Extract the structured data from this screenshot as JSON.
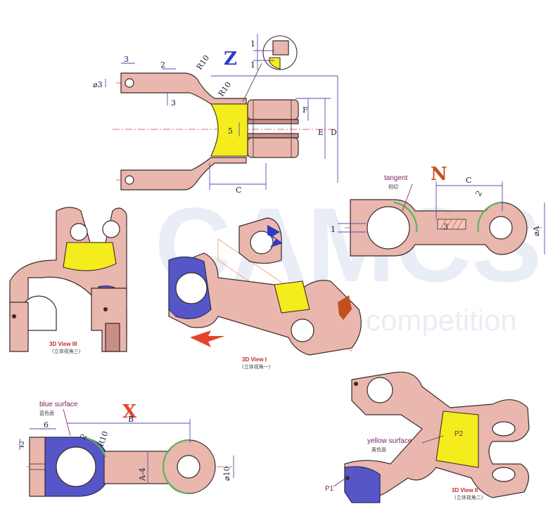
{
  "watermark": {
    "main": "CAMCS",
    "sub": "competition"
  },
  "letters": {
    "z": "Z",
    "n": "N",
    "x": "X"
  },
  "colors": {
    "z": "#2a3bc6",
    "n": "#c2501c",
    "x": "#e2452a",
    "part": "#e9b7ad",
    "yellow": "#f4ec1c",
    "blue": "#5656c8"
  },
  "views": {
    "v1": {
      "caption": "3D View I",
      "sub": "(立体视角一)"
    },
    "v2": {
      "caption": "3D View II",
      "sub": "(立体视角二)"
    },
    "v3": {
      "caption": "3D View III",
      "sub": "(立体视角三)"
    }
  },
  "annotations": {
    "tangent": "tangent",
    "tangent_cn": "相切",
    "blue": "blue surface",
    "blue_cn": "蓝色面",
    "yellow": "yellow surface",
    "yellow_cn": "黄色面",
    "p1": "P1",
    "p2": "P2"
  },
  "dims": {
    "z_3a": "3",
    "z_2": "2",
    "z_d3": "⌀3",
    "z_3b": "3",
    "z_r10a": "R10",
    "z_r10b": "R10",
    "z_1a": "1",
    "z_1b": "1",
    "z_f": "F",
    "z_5": "5",
    "z_e": "E",
    "z_d": "D",
    "z_c": "C",
    "n_c": "C",
    "n_2": "2",
    "n_1": "1",
    "n_3": "3",
    "n_da": "⌀A",
    "x_6": "6",
    "x_2a": "2",
    "x_2b": "2",
    "x_r10": "R10",
    "x_b": "B",
    "x_a4": "A-4",
    "x_d10": "⌀10"
  }
}
